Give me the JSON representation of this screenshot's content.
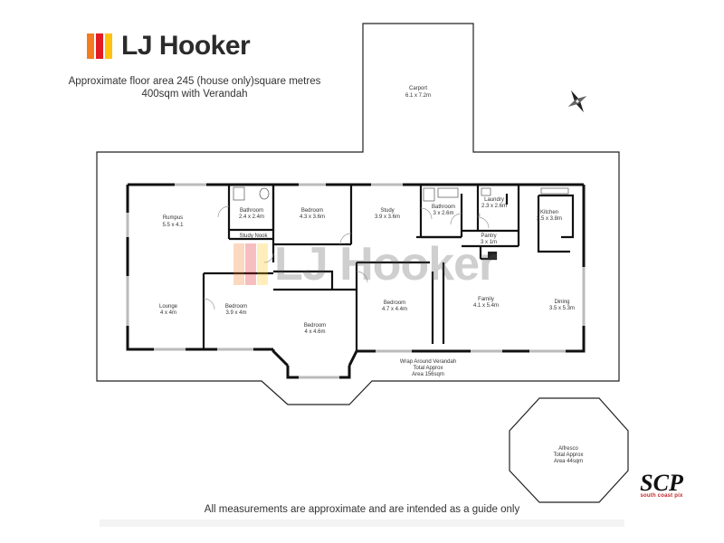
{
  "brand": {
    "name": "LJ Hooker",
    "colors": [
      "#f47b20",
      "#e31b23",
      "#ffc20e"
    ]
  },
  "area_note": {
    "line1": "Approximate floor area 245  (house only)square metres",
    "line2": "400sqm with Verandah"
  },
  "footer_note": "All measurements are approximate and are intended as a guide only",
  "watermark": "LJ Hooker",
  "compass_icon": "compass-rose-icon",
  "credit": {
    "logo": "SCP",
    "tagline": "south coast pix"
  },
  "rooms": {
    "carport": {
      "name": "Carport",
      "size": "6.1 x 7.2m"
    },
    "rumpus": {
      "name": "Rumpus",
      "size": "5.5 x 4.1"
    },
    "bathroom1": {
      "name": "Bathroom",
      "size": "2.4 x 2.4m"
    },
    "study_nook": {
      "name": "Study Nook"
    },
    "bedroom1": {
      "name": "Bedroom",
      "size": "4.3 x 3.6m"
    },
    "study": {
      "name": "Study",
      "size": "3.9 x 3.6m"
    },
    "bathroom2": {
      "name": "Bathroom",
      "size": "3 x 2.6m"
    },
    "laundry": {
      "name": "Laundry",
      "size": "2.3 x 2.6m"
    },
    "kitchen": {
      "name": "Kitchen",
      "size": "3.5 x 3.8m"
    },
    "pantry": {
      "name": "Pantry",
      "size": "3 x 1m"
    },
    "lounge": {
      "name": "Lounge",
      "size": "4 x 4m"
    },
    "bedroom2": {
      "name": "Bedroom",
      "size": "3.9 x 4m"
    },
    "bedroom3": {
      "name": "Bedroom",
      "size": "4 x 4.6m"
    },
    "bedroom4": {
      "name": "Bedroom",
      "size": "4.7 x 4.4m"
    },
    "family": {
      "name": "Family",
      "size": "4.1 x 5.4m"
    },
    "dining": {
      "name": "Dining",
      "size": "3.5 x 5.3m"
    },
    "verandah": {
      "name": "Wrap Around Verandah",
      "line2": "Total Approx",
      "line3": "Area 156sqm"
    },
    "alfresco": {
      "name": "Alfresco",
      "line2": "Total Approx",
      "line3": "Area 44sqm"
    },
    "fridge_mark": "F"
  }
}
